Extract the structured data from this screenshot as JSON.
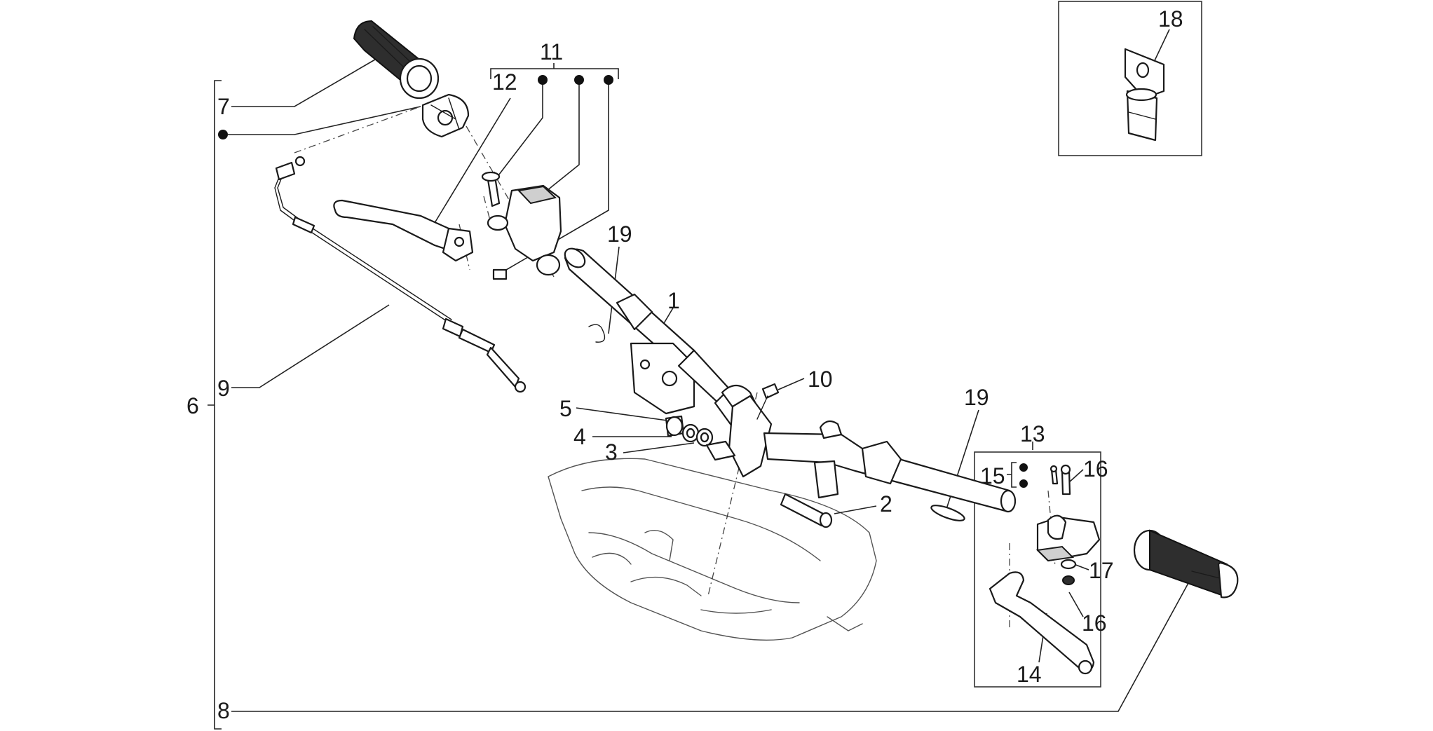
{
  "callouts": {
    "c1": "1",
    "c2": "2",
    "c3": "3",
    "c4": "4",
    "c5": "5",
    "c6": "6",
    "c7": "7",
    "c8": "8",
    "c9": "9",
    "c10": "10",
    "c11": "11",
    "c12": "12",
    "c13": "13",
    "c14": "14",
    "c15": "15",
    "c16a": "16",
    "c16b": "16",
    "c17": "17",
    "c18": "18",
    "c19a": "19",
    "c19b": "19"
  }
}
